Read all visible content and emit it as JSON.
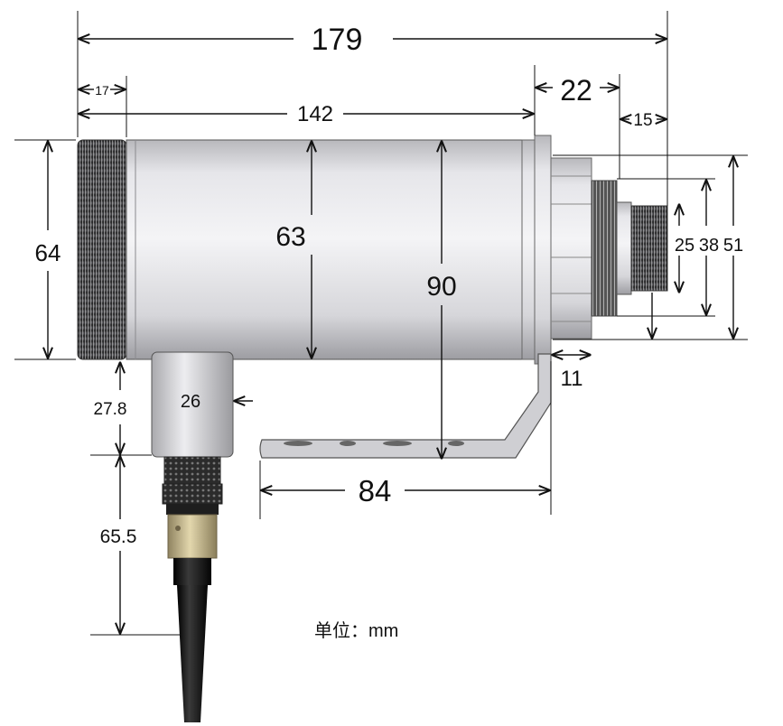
{
  "dimensions": {
    "total_length": "179",
    "knurl_cap_length": "17",
    "body_length": "142",
    "rear_flange_length": "22",
    "lens_tip_length": "15",
    "overall_height": "64",
    "body_diameter": "63",
    "bracket_height": "90",
    "diameter_25": "25",
    "diameter_38": "38",
    "diameter_51": "51",
    "bracket_offset": "11",
    "connector_height": "27.8",
    "connector_width": "26",
    "bracket_length": "84",
    "cable_plug_length": "65.5"
  },
  "unit_note": "单位：mm",
  "colors": {
    "housing": "#d9d9dc",
    "housing_shade": "#a9a9ad",
    "knurl_dark": "#3a3a3c",
    "cable": "#141414",
    "brass": "#c8b98a"
  }
}
